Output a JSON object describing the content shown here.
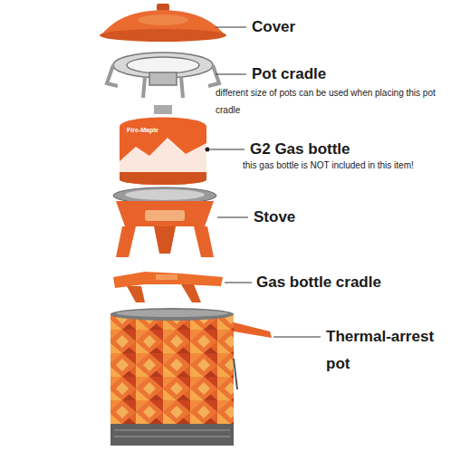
{
  "diagram": {
    "labels": [
      "Cover",
      "Pot cradle",
      "different size of pots can be used when placing this pot cradle",
      "G2 Gas bottle",
      "this gas bottle is NOT included in this item!",
      "Fire-Maple",
      "Stove",
      "Gas bottle cradle",
      "Thermal-arrest pot"
    ]
  }
}
